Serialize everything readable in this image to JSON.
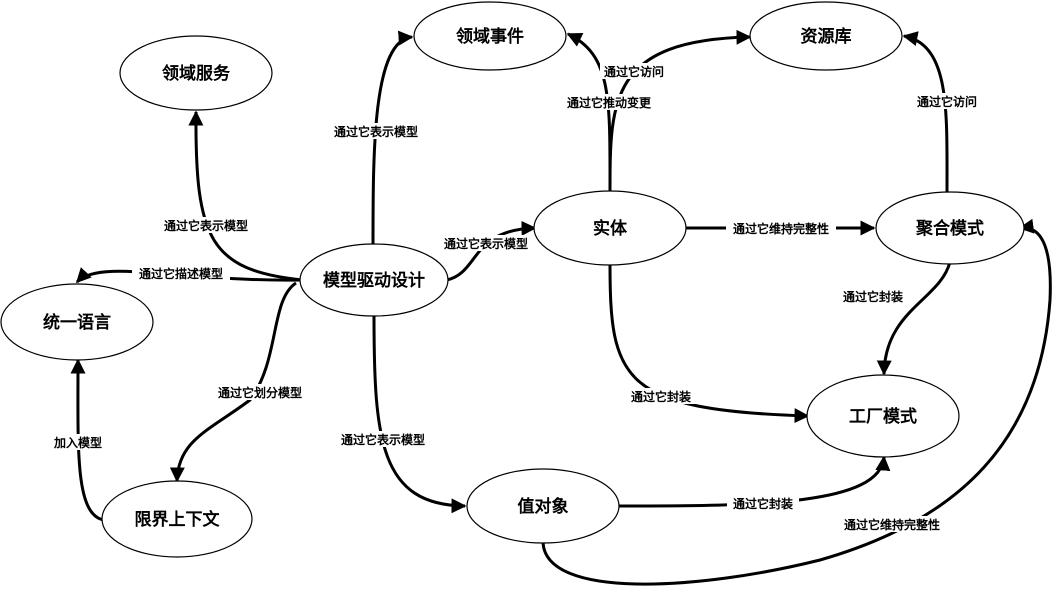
{
  "diagram": {
    "nodes": {
      "ddd": "模型驱动设计",
      "domain_service": "领域服务",
      "domain_event": "领域事件",
      "repository": "资源库",
      "entity": "实体",
      "aggregate": "聚合模式",
      "ubiquitous_language": "统一语言",
      "bounded_context": "限界上下文",
      "factory": "工厂模式",
      "value_object": "值对象"
    },
    "edges": {
      "ddd_to_domain_event": "通过它表示模型",
      "entity_to_repository": "通过它访问",
      "entity_to_domain_event": "通过它推动变更",
      "aggregate_to_repository": "通过它访问",
      "ddd_to_domain_service": "通过它表示模型",
      "ddd_to_entity": "通过它表示模型",
      "entity_to_aggregate": "通过它维持完整性",
      "ddd_to_ubiquitous_language": "通过它描述模型",
      "aggregate_to_factory": "通过它封装",
      "ddd_to_bounded_context": "通过它划分模型",
      "entity_to_factory": "通过它封装",
      "bounded_context_to_ubiquitous_language": "加入模型",
      "ddd_to_value_object": "通过它表示模型",
      "value_object_to_factory": "通过它封装",
      "value_object_to_aggregate": "通过它维持完整性"
    }
  }
}
